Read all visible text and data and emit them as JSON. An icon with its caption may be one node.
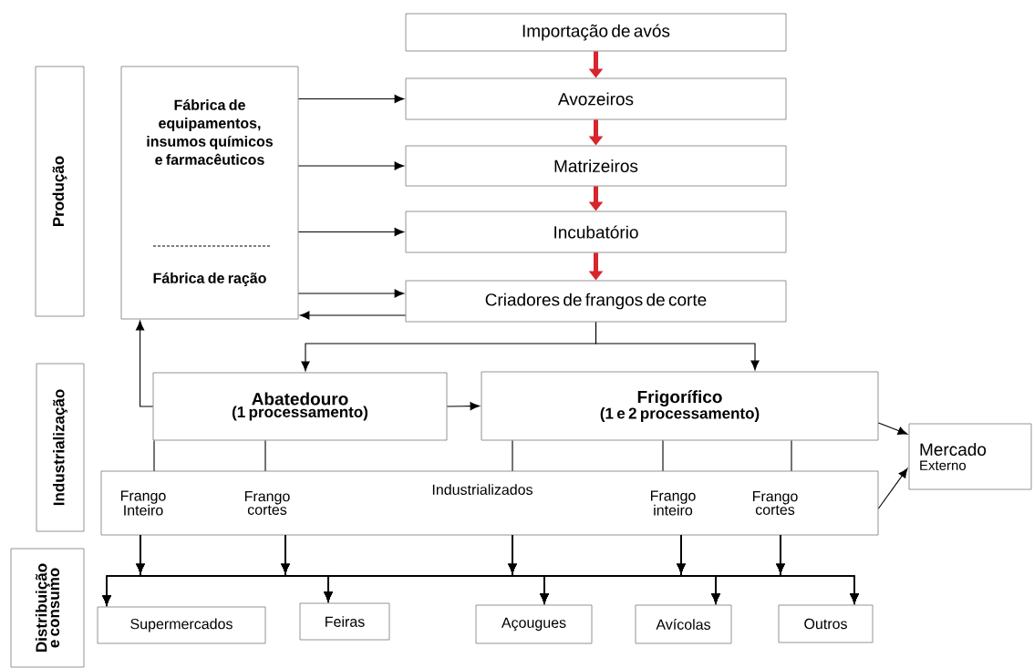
{
  "diagram": {
    "nodes": [
      {
        "text": [
          "Produção"
        ]
      },
      {
        "text": [
          "Fábrica de equipamentos, insumos químicos e farmacêuticos",
          "Fábrica de ração"
        ]
      },
      {
        "text": [
          "Importação de avós"
        ]
      },
      {
        "text": [
          "Avozeiros"
        ]
      },
      {
        "text": [
          "Matrizeiros"
        ]
      },
      {
        "text": [
          "Incubatório"
        ]
      },
      {
        "text": [
          "Criadores de frangos de corte"
        ]
      },
      {
        "text": [
          "Industrialização"
        ]
      },
      {
        "text": [
          "Abatedouro",
          "(1 processamento)"
        ]
      },
      {
        "text": [
          "Frigorífico",
          "(1 e 2 processamento)"
        ]
      },
      {
        "text": [
          "Mercado",
          "Externo"
        ]
      },
      {
        "text": [],
        "shape": "box"
      },
      {
        "text": [
          "Frango Inteiro"
        ],
        "in": 11
      },
      {
        "text": [
          "Frango cortes"
        ],
        "in": 11
      },
      {
        "text": [
          "Industrializados"
        ],
        "in": 11
      },
      {
        "text": [
          "Frango inteiro"
        ],
        "in": 11
      },
      {
        "text": [
          "Frango cortes"
        ],
        "in": 11
      },
      {
        "text": [
          "Distribuição e consumo"
        ]
      },
      {
        "text": [
          "Supermercados"
        ]
      },
      {
        "text": [
          "Feiras"
        ]
      },
      {
        "text": [
          "Açougues"
        ]
      },
      {
        "text": [
          "Avícolas"
        ]
      },
      {
        "text": [
          "Outros"
        ]
      }
    ],
    "edges": [
      {
        "from": 2,
        "to": 3,
        "arrow": "to",
        "style": "thick",
        "color": "#d7262d"
      },
      {
        "from": 3,
        "to": 4,
        "arrow": "to",
        "style": "thick",
        "color": "#d7262d"
      },
      {
        "from": 4,
        "to": 5,
        "arrow": "to",
        "style": "thick",
        "color": "#d7262d"
      },
      {
        "from": 5,
        "to": 6,
        "arrow": "to",
        "style": "thick",
        "color": "#d7262d"
      },
      {
        "from": 1,
        "to": 3,
        "arrow": "to"
      },
      {
        "from": 1,
        "to": 4,
        "arrow": "to"
      },
      {
        "from": 1,
        "to": 5,
        "arrow": "to"
      },
      {
        "from": 1,
        "to": 6,
        "arrow": "to"
      },
      {
        "from": 6,
        "to": 1,
        "arrow": "to"
      },
      {
        "from": 6,
        "to": 8,
        "arrow": "to"
      },
      {
        "from": 6,
        "to": 9,
        "arrow": "to"
      },
      {
        "from": 8,
        "to": 1,
        "arrow": "to"
      },
      {
        "from": 8,
        "to": 9,
        "arrow": "to"
      },
      {
        "from": 9,
        "to": 10,
        "arrow": "to"
      },
      {
        "from": 11,
        "to": 10,
        "arrow": "to"
      },
      {
        "from": 8,
        "to": 12,
        "arrow": "none"
      },
      {
        "from": 8,
        "to": 13,
        "arrow": "none"
      },
      {
        "from": 9,
        "to": 14,
        "arrow": "none"
      },
      {
        "from": 9,
        "to": 15,
        "arrow": "none"
      },
      {
        "from": 9,
        "to": 16,
        "arrow": "none"
      },
      {
        "from": 12,
        "to": 18,
        "arrow": "to"
      },
      {
        "from": 12,
        "to": 19,
        "arrow": "to"
      },
      {
        "from": 12,
        "to": 20,
        "arrow": "to"
      },
      {
        "from": 12,
        "to": 21,
        "arrow": "to"
      },
      {
        "from": 12,
        "to": 22,
        "arrow": "to"
      },
      {
        "from": 13,
        "to": 18,
        "arrow": "to"
      },
      {
        "from": 13,
        "to": 19,
        "arrow": "to"
      },
      {
        "from": 13,
        "to": 20,
        "arrow": "to"
      },
      {
        "from": 13,
        "to": 21,
        "arrow": "to"
      },
      {
        "from": 13,
        "to": 22,
        "arrow": "to"
      },
      {
        "from": 14,
        "to": 18,
        "arrow": "to"
      },
      {
        "from": 14,
        "to": 19,
        "arrow": "to"
      },
      {
        "from": 14,
        "to": 20,
        "arrow": "to"
      },
      {
        "from": 14,
        "to": 21,
        "arrow": "to"
      },
      {
        "from": 14,
        "to": 22,
        "arrow": "to"
      },
      {
        "from": 15,
        "to": 18,
        "arrow": "to"
      },
      {
        "from": 15,
        "to": 19,
        "arrow": "to"
      },
      {
        "from": 15,
        "to": 20,
        "arrow": "to"
      },
      {
        "from": 15,
        "to": 21,
        "arrow": "to"
      },
      {
        "from": 15,
        "to": 22,
        "arrow": "to"
      },
      {
        "from": 16,
        "to": 18,
        "arrow": "to"
      },
      {
        "from": 16,
        "to": 19,
        "arrow": "to"
      },
      {
        "from": 16,
        "to": 20,
        "arrow": "to"
      },
      {
        "from": 16,
        "to": 21,
        "arrow": "to"
      },
      {
        "from": 16,
        "to": 22,
        "arrow": "to"
      }
    ]
  }
}
